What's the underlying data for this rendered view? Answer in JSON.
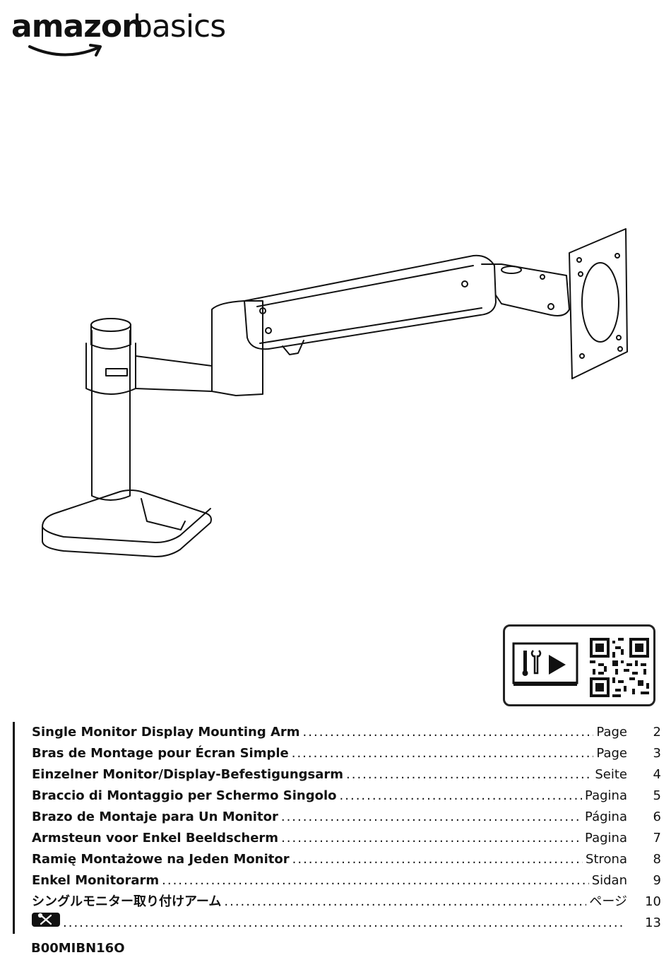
{
  "brand": {
    "name": "amazon",
    "product_line": "basics"
  },
  "toc": [
    {
      "title": "Single Monitor Display Mounting Arm",
      "label": "Page",
      "page": "2"
    },
    {
      "title": "Bras de Montage pour Écran Simple",
      "label": "Page",
      "page": "3"
    },
    {
      "title": "Einzelner Monitor/Display-Befestigungsarm",
      "label": "Seite",
      "page": "4"
    },
    {
      "title": "Braccio di Montaggio per Schermo Singolo",
      "label": "Pagina",
      "page": "5"
    },
    {
      "title": "Brazo de Montaje para Un Monitor",
      "label": "Página",
      "page": "6"
    },
    {
      "title": "Armsteun voor Enkel Beeldscherm",
      "label": "Pagina",
      "page": "7"
    },
    {
      "title": "Ramię Montażowe na Jeden Monitor",
      "label": "Strona",
      "page": "8"
    },
    {
      "title": "Enkel Monitorarm",
      "label": "Sidan",
      "page": "9"
    },
    {
      "title": "シングルモニター取り付けアーム",
      "label": "ページ",
      "page": "10"
    },
    {
      "title": "",
      "label": "",
      "page": "13",
      "icon": "tools-icon"
    }
  ],
  "model_number": "B00MIBN16O",
  "colors": {
    "ink": "#111111",
    "background": "#ffffff"
  }
}
